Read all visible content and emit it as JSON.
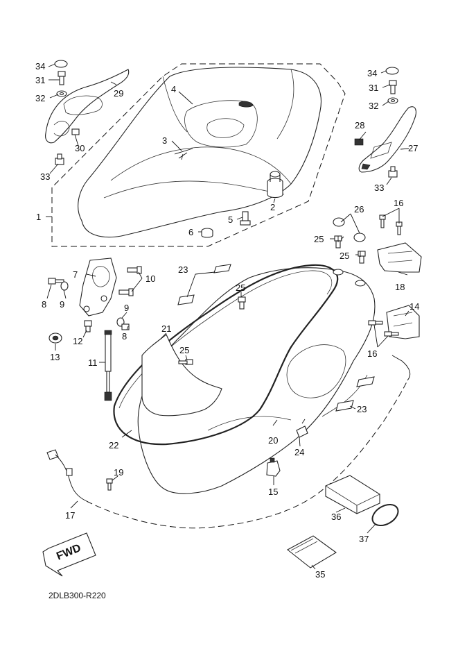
{
  "diagram": {
    "code": "2DLB300-R220",
    "fwd_label": "FWD",
    "callouts": [
      {
        "id": "c1",
        "text": "1"
      },
      {
        "id": "c2",
        "text": "2"
      },
      {
        "id": "c3",
        "text": "3"
      },
      {
        "id": "c4",
        "text": "4"
      },
      {
        "id": "c5",
        "text": "5"
      },
      {
        "id": "c6",
        "text": "6"
      },
      {
        "id": "c7",
        "text": "7"
      },
      {
        "id": "c8a",
        "text": "8"
      },
      {
        "id": "c8b",
        "text": "8"
      },
      {
        "id": "c9a",
        "text": "9"
      },
      {
        "id": "c9b",
        "text": "9"
      },
      {
        "id": "c10",
        "text": "10"
      },
      {
        "id": "c11",
        "text": "11"
      },
      {
        "id": "c12",
        "text": "12"
      },
      {
        "id": "c13",
        "text": "13"
      },
      {
        "id": "c14",
        "text": "14"
      },
      {
        "id": "c15",
        "text": "15"
      },
      {
        "id": "c16a",
        "text": "16"
      },
      {
        "id": "c16b",
        "text": "16"
      },
      {
        "id": "c17",
        "text": "17"
      },
      {
        "id": "c18",
        "text": "18"
      },
      {
        "id": "c19",
        "text": "19"
      },
      {
        "id": "c20",
        "text": "20"
      },
      {
        "id": "c21",
        "text": "21"
      },
      {
        "id": "c22",
        "text": "22"
      },
      {
        "id": "c23a",
        "text": "23"
      },
      {
        "id": "c23b",
        "text": "23"
      },
      {
        "id": "c24",
        "text": "24"
      },
      {
        "id": "c25a",
        "text": "25"
      },
      {
        "id": "c25b",
        "text": "25"
      },
      {
        "id": "c25c",
        "text": "25"
      },
      {
        "id": "c25d",
        "text": "25"
      },
      {
        "id": "c26",
        "text": "26"
      },
      {
        "id": "c27",
        "text": "27"
      },
      {
        "id": "c28",
        "text": "28"
      },
      {
        "id": "c29",
        "text": "29"
      },
      {
        "id": "c30",
        "text": "30"
      },
      {
        "id": "c31a",
        "text": "31"
      },
      {
        "id": "c31b",
        "text": "31"
      },
      {
        "id": "c32a",
        "text": "32"
      },
      {
        "id": "c32b",
        "text": "32"
      },
      {
        "id": "c33a",
        "text": "33"
      },
      {
        "id": "c33b",
        "text": "33"
      },
      {
        "id": "c34a",
        "text": "34"
      },
      {
        "id": "c34b",
        "text": "34"
      },
      {
        "id": "c35",
        "text": "35"
      },
      {
        "id": "c36",
        "text": "36"
      },
      {
        "id": "c37",
        "text": "37"
      }
    ]
  }
}
